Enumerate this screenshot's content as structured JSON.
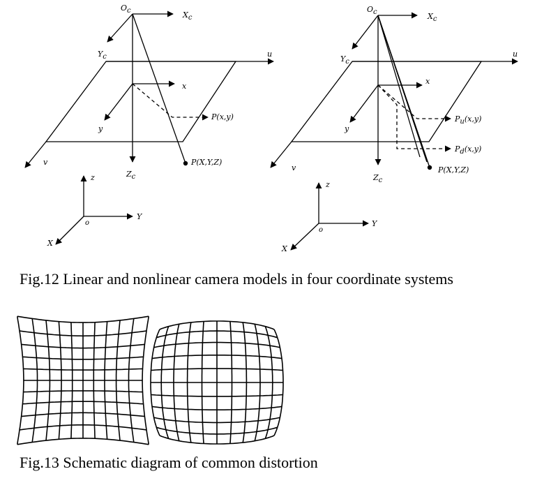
{
  "captions": {
    "fig12": "Fig.12 Linear and nonlinear camera models in four coordinate systems",
    "fig13": "Fig.13 Schematic diagram of common distortion"
  },
  "linear_model": {
    "camera_origin": "O",
    "camera_origin_sub": "c",
    "camera_x": "X",
    "camera_x_sub": "c",
    "camera_y": "Y",
    "camera_y_sub": "c",
    "camera_z": "Z",
    "camera_z_sub": "c",
    "pixel_u": "u",
    "pixel_v": "v",
    "image_x": "x",
    "image_y": "y",
    "image_point": "P(x,y)",
    "world_point": "P(X,Y,Z)",
    "world_z": "z",
    "world_x": "X",
    "world_y": "Y",
    "world_origin": "o"
  },
  "nonlinear_model": {
    "camera_origin": "O",
    "camera_origin_sub": "c",
    "camera_x": "X",
    "camera_x_sub": "c",
    "camera_y": "Y",
    "camera_y_sub": "c",
    "camera_z": "Z",
    "camera_z_sub": "c",
    "pixel_u": "u",
    "pixel_v": "v",
    "image_x": "x",
    "image_y": "y",
    "ideal_point": "P",
    "ideal_point_sub": "u",
    "ideal_point_suffix": "(x,y)",
    "distorted_point": "P",
    "distorted_point_sub": "d",
    "distorted_point_suffix": "(x,y)",
    "world_point": "P(X,Y,Z)",
    "world_z": "z",
    "world_x": "X",
    "world_y": "Y",
    "world_origin": "o"
  },
  "distortion": {
    "grid_divisions": 10,
    "types": [
      "pincushion",
      "barrel"
    ]
  }
}
